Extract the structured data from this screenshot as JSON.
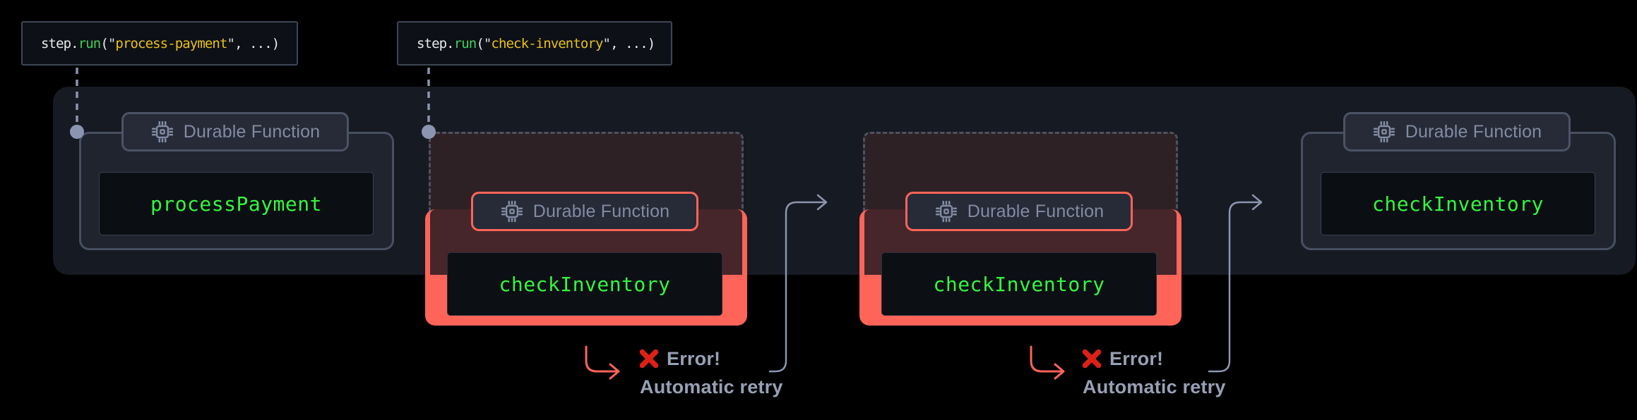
{
  "diagram": {
    "badge_label": "Durable Function",
    "code_labels": [
      {
        "pre": "step",
        "dot": ".",
        "fn": "run",
        "open": "(",
        "q1": "\"",
        "str": "process-payment",
        "q2": "\"",
        "post": ", ...)"
      },
      {
        "pre": "step",
        "dot": ".",
        "fn": "run",
        "open": "(",
        "q1": "\"",
        "str": "check-inventory",
        "q2": "\"",
        "post": ", ...)"
      }
    ],
    "groups": [
      {
        "function_name": "processPayment",
        "state": "normal"
      },
      {
        "function_name": "checkInventory",
        "state": "error-retried"
      },
      {
        "function_name": "checkInventory",
        "state": "error-retried"
      },
      {
        "function_name": "checkInventory",
        "state": "normal"
      }
    ],
    "annotations": [
      {
        "error": "Error!",
        "retry": "Automatic retry"
      },
      {
        "error": "Error!",
        "retry": "Automatic retry"
      }
    ],
    "colors": {
      "background": "#000000",
      "panel": "#161a22",
      "salmon_red": "#ff6459",
      "maroon_fill": "#2e2126",
      "maroon_overlay": "#46262a",
      "green_function": "#33f63f",
      "green_keyword": "#3fd158",
      "yellow_string": "#e8c116",
      "slate_connector": "#8c95af",
      "annotation_text": "#98a0b5",
      "error_x_red": "#dc2117",
      "badge_text": "#828ba2",
      "card_border": "#475061"
    }
  }
}
